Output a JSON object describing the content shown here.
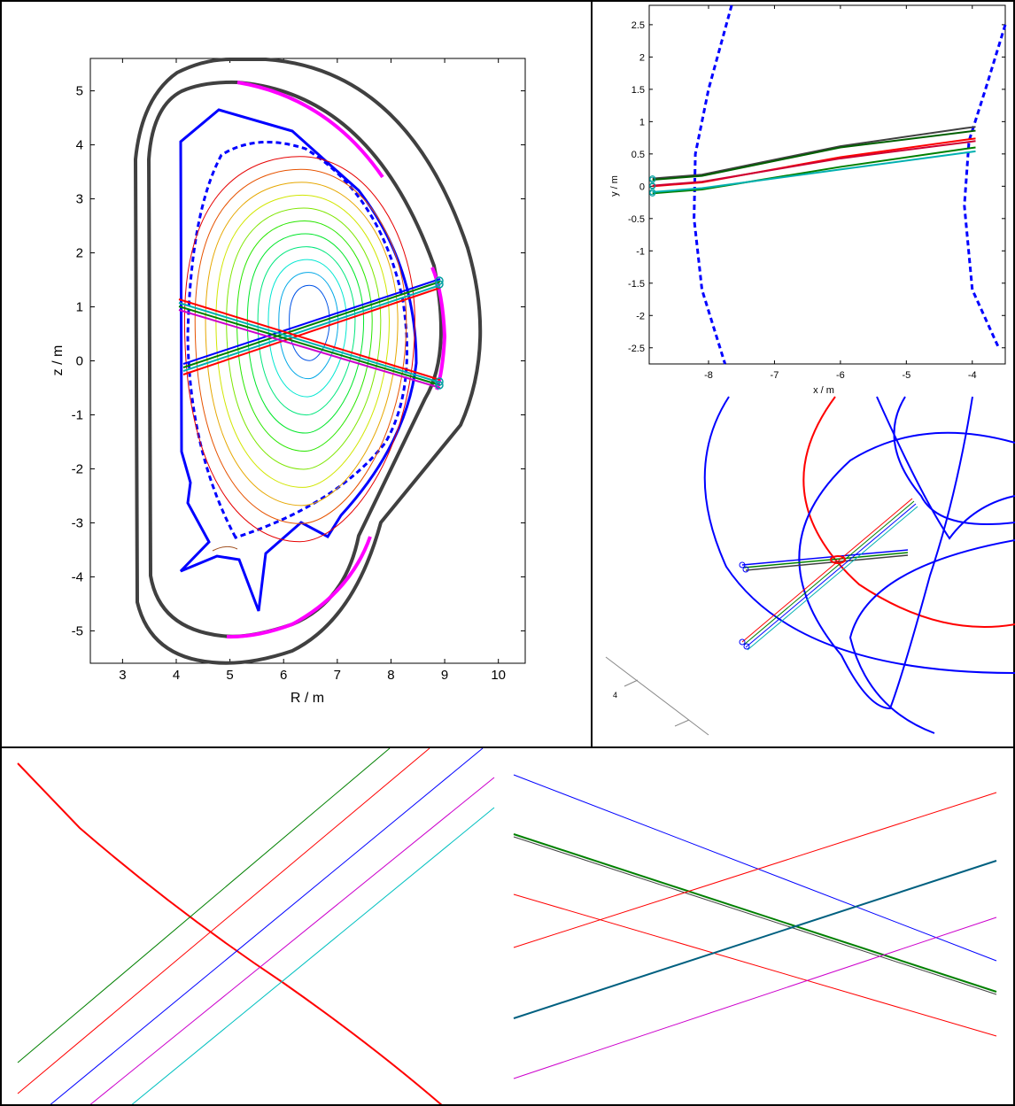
{
  "chart_data": [
    {
      "panel": "poloidal-cross-section",
      "type": "line",
      "xlabel": "R / m",
      "ylabel": "z / m",
      "xlim": [
        2.4,
        10.5
      ],
      "ylim": [
        -5.6,
        5.6
      ],
      "xticks": [
        3,
        4,
        5,
        6,
        7,
        8,
        9,
        10
      ],
      "yticks": [
        -5,
        -4,
        -3,
        -2,
        -1,
        0,
        1,
        2,
        3,
        4,
        5
      ],
      "magnetic_axis": [
        6.3,
        0.75
      ],
      "flux_surface_count": 11,
      "sightlines_upper_port": {
        "origin": [
          8.9,
          1.5
        ],
        "end": [
          4.1,
          -0.1
        ]
      },
      "sightlines_lower_port": {
        "origin": [
          8.9,
          -0.4
        ],
        "end": [
          4.1,
          1.1
        ]
      },
      "colors": {
        "outer_wall": "#404040",
        "first_wall": "#0000ff",
        "separatrix": "#0000ff",
        "port": "#ff00ff",
        "port_marker": "#00a0a0",
        "red": "#ff0000",
        "green": "#008000",
        "cyan": "#00c0c0",
        "magenta": "#cc00cc"
      }
    },
    {
      "panel": "top-view",
      "type": "line",
      "xlabel": "x / m",
      "ylabel": "y / m",
      "xlim": [
        -8.9,
        -3.5
      ],
      "ylim": [
        -2.75,
        2.8
      ],
      "xticks": [
        -8,
        -7,
        -6,
        -5,
        -4
      ],
      "yticks": [
        -2.5,
        -2,
        -1.5,
        -1,
        -0.5,
        0,
        0.5,
        1,
        1.5,
        2,
        2.5
      ],
      "sightlines": [
        {
          "color": "#404040",
          "x": [
            -8.85,
            -8.1,
            -6,
            -4.1,
            -3.95
          ],
          "y": [
            0.12,
            0.18,
            0.62,
            0.9,
            0.92
          ]
        },
        {
          "color": "#006000",
          "x": [
            -8.85,
            -8.1,
            -6,
            -4.1,
            -3.95
          ],
          "y": [
            0.1,
            0.16,
            0.6,
            0.84,
            0.86
          ]
        },
        {
          "color": "#ff0000",
          "x": [
            -8.85,
            -8.1,
            -6,
            -4.1,
            -3.95
          ],
          "y": [
            0.0,
            0.06,
            0.45,
            0.72,
            0.74
          ]
        },
        {
          "color": "#cc0033",
          "x": [
            -8.85,
            -8.1,
            -6,
            -4.1,
            -3.95
          ],
          "y": [
            0.01,
            0.07,
            0.43,
            0.68,
            0.7
          ]
        },
        {
          "color": "#008000",
          "x": [
            -8.85,
            -8.1,
            -6,
            -4.1,
            -3.95
          ],
          "y": [
            -0.11,
            -0.05,
            0.3,
            0.58,
            0.6
          ]
        },
        {
          "color": "#00b0b0",
          "x": [
            -8.85,
            -8.1,
            -6,
            -4.1,
            -3.95
          ],
          "y": [
            -0.09,
            -0.03,
            0.26,
            0.52,
            0.54
          ]
        }
      ],
      "inner_boundary": {
        "x": [
          -7.65,
          -8.0,
          -8.2,
          -8.22,
          -8.1,
          -7.75
        ],
        "y": [
          2.8,
          1.5,
          0.5,
          -0.5,
          -1.6,
          -2.75
        ]
      },
      "outer_boundary": {
        "x": [
          -3.5,
          -3.8,
          -4.05,
          -4.12,
          -4.0,
          -3.6
        ],
        "y": [
          2.5,
          1.5,
          0.7,
          -0.3,
          -1.6,
          -2.5
        ]
      }
    },
    {
      "panel": "3d-perspective",
      "type": "line",
      "axis_tick_label": "4"
    },
    {
      "panel": "3d-ellipsoid-oblique",
      "type": "line"
    },
    {
      "panel": "3d-ellipsoid-side",
      "type": "line"
    }
  ]
}
